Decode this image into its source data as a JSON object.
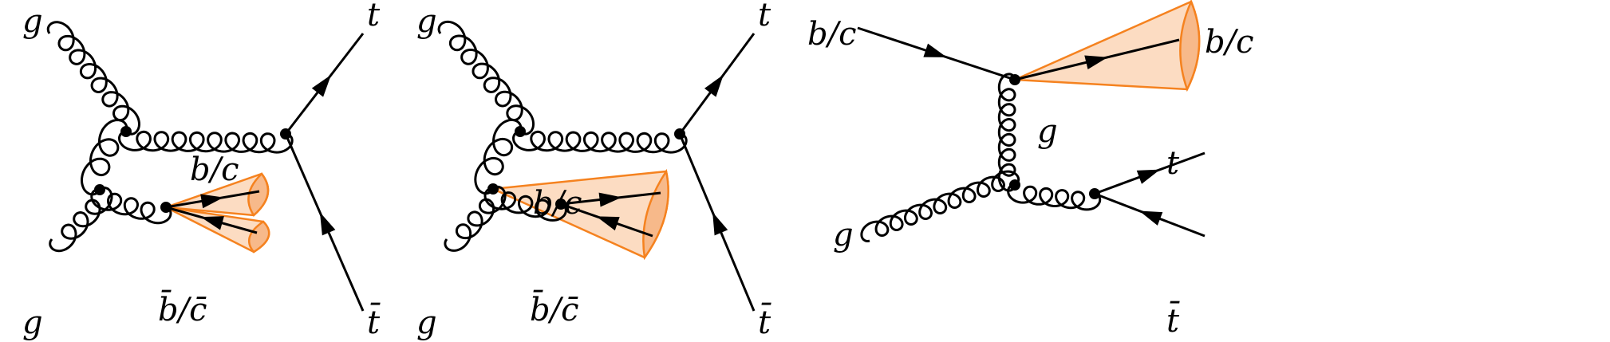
{
  "colors": {
    "line": "#000000",
    "cone_fill": "#fcdcc2",
    "cone_cap": "#f7b98a",
    "cone_stroke": "#f5821f"
  },
  "diagrams": [
    {
      "labels": {
        "g_top": "g",
        "g_bottom": "g",
        "t": "t",
        "tbar": "t̄",
        "bc": "b/c",
        "bcbar": "b̄/c̄"
      }
    },
    {
      "labels": {
        "g_top": "g",
        "g_bottom": "g",
        "t": "t",
        "tbar": "t̄",
        "bc": "b/c",
        "bcbar": "b̄/c̄"
      }
    },
    {
      "labels": {
        "bc_in": "b/c",
        "bc_out": "b/c",
        "g_mid": "g",
        "g_in": "g",
        "t": "t",
        "tbar": "t̄"
      }
    }
  ]
}
